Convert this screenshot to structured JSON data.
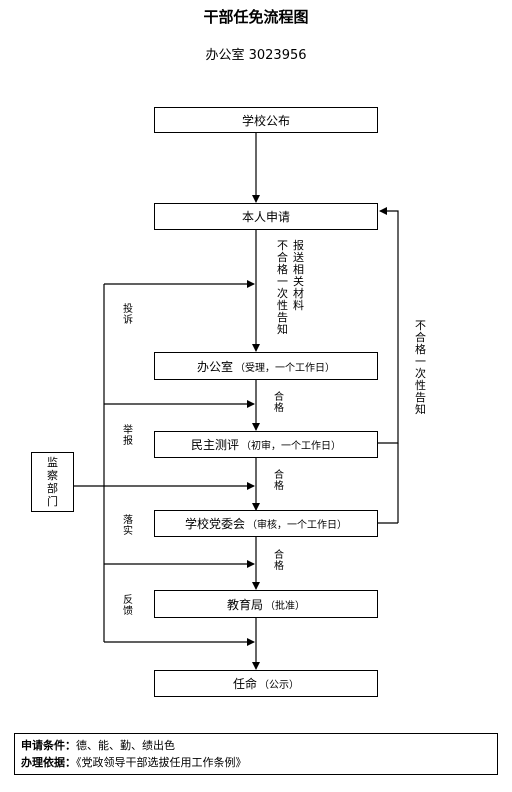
{
  "title": "干部任免流程图",
  "subtitle": "办公室 3023956",
  "boxes": {
    "publish": "学校公布",
    "apply": "本人申请",
    "office": "办公室",
    "office_note": "（受理，一个工作日）",
    "evaluation": "民主测评",
    "evaluation_note": "（初审，一个工作日）",
    "committee": "学校党委会",
    "committee_note": "（审核，一个工作日）",
    "education_bureau": "教育局",
    "education_bureau_note": "（批准）",
    "appointment": "任命",
    "appointment_note": "（公示）",
    "supervision": "监察部门"
  },
  "labels": {
    "submit_materials": "报送相关材料",
    "fail_notify_left": "不合格一次性告知",
    "fail_notify_right": "不合格一次性告知",
    "pass_1": "合格",
    "pass_2": "合格",
    "pass_3": "合格",
    "complaint": "投诉",
    "report": "举报",
    "implement": "落实",
    "feedback": "反馈"
  },
  "footer": {
    "conditions_label": "申请条件：",
    "conditions_value": "德、能、勤、绩出色",
    "basis_label": "办理依据：",
    "basis_value": "《党政领导干部选拔任用工作条例》"
  }
}
